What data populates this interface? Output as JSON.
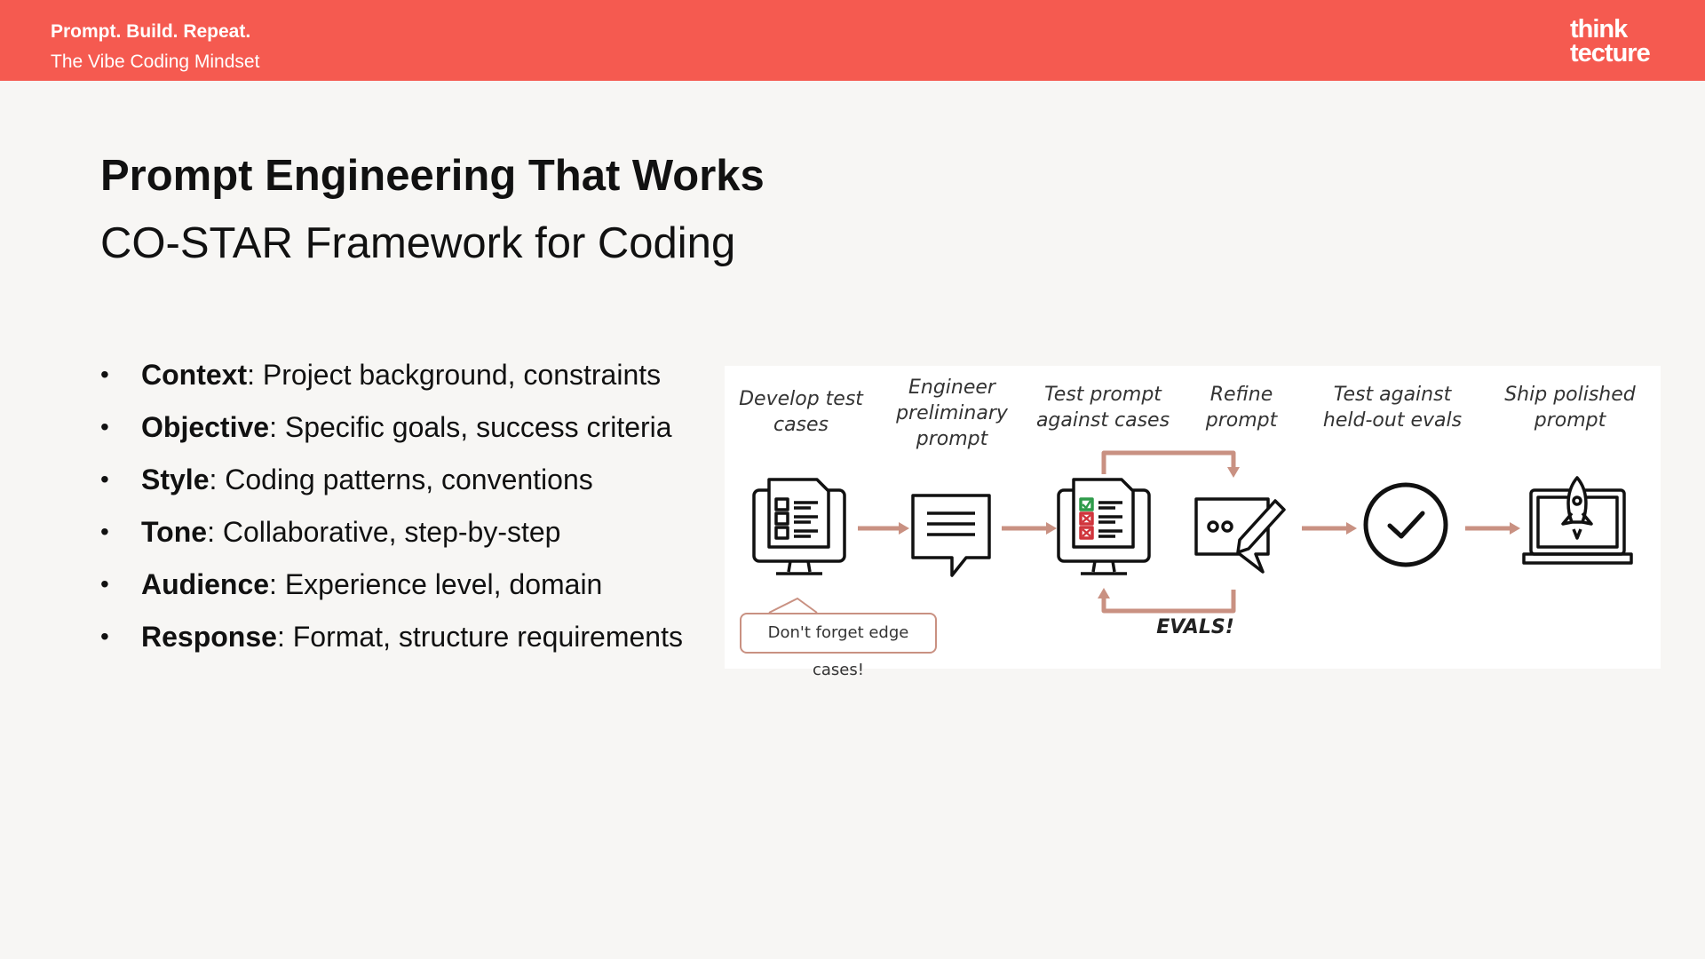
{
  "header": {
    "kicker": "Prompt. Build. Repeat.",
    "subkicker": "The Vibe Coding Mindset",
    "logo_line1": "think",
    "logo_line2": "tecture",
    "accent_color": "#f55a50"
  },
  "slide": {
    "title": "Prompt Engineering That Works",
    "subtitle": "CO-STAR Framework for Coding"
  },
  "bullets": [
    {
      "term": "Context",
      "text": ": Project background, constraints"
    },
    {
      "term": "Objective",
      "text": ": Specific goals, success criteria"
    },
    {
      "term": "Style",
      "text": ": Coding patterns, conventions"
    },
    {
      "term": "Tone",
      "text": ": Collaborative, step-by-step"
    },
    {
      "term": "Audience",
      "text": ": Experience level, domain"
    },
    {
      "term": "Response",
      "text": ": Format, structure requirements"
    }
  ],
  "figure": {
    "steps": [
      {
        "label_1": "Develop test",
        "label_2": "cases",
        "label_3": "",
        "icon": "monitor-checklist-icon"
      },
      {
        "label_1": "Engineer",
        "label_2": "preliminary",
        "label_3": "prompt",
        "icon": "speech-bubble-icon"
      },
      {
        "label_1": "Test prompt",
        "label_2": "against cases",
        "label_3": "",
        "icon": "monitor-test-results-icon"
      },
      {
        "label_1": "Refine",
        "label_2": "prompt",
        "label_3": "",
        "icon": "edit-chat-icon"
      },
      {
        "label_1": "Test against",
        "label_2": "held-out evals",
        "label_3": "",
        "icon": "check-circle-icon"
      },
      {
        "label_1": "Ship polished",
        "label_2": "prompt",
        "label_3": "",
        "icon": "laptop-rocket-icon"
      }
    ],
    "callout": "Don't forget edge cases!",
    "loop_label": "EVALS!",
    "arrow_color": "#c99182"
  }
}
